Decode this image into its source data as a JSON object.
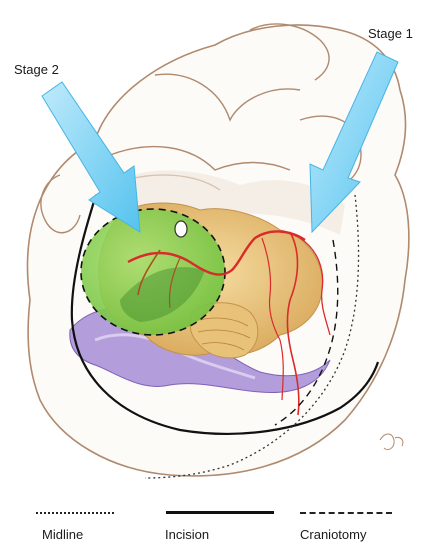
{
  "arrows": {
    "stage2_label": "Stage 2",
    "stage1_label": "Stage 1"
  },
  "legend": {
    "midline": "Midline",
    "incision": "Incision",
    "craniotomy": "Craniotomy"
  },
  "colors": {
    "arrow": "#6fd0f4",
    "tumor_zone": "#8fd14f",
    "brain": "#e6c27e",
    "venous_sinus": "#b39ddb",
    "artery": "#d92b2b",
    "skin_outline": "#b08a6e"
  }
}
